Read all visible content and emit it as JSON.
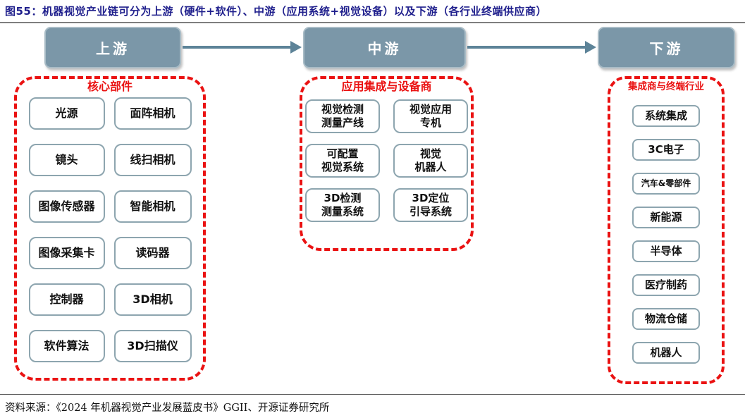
{
  "title": "图55：机器视觉产业链可分为上游（硬件+软件）、中游（应用系统+视觉设备）以及下游（各行业终端供应商）",
  "flow": {
    "stages": [
      {
        "label": "上游"
      },
      {
        "label": "中游"
      },
      {
        "label": "下游"
      }
    ]
  },
  "groups": [
    {
      "header": "核心部件",
      "items": [
        "光源",
        "面阵相机",
        "镜头",
        "线扫相机",
        "图像传感器",
        "智能相机",
        "图像采集卡",
        "读码器",
        "控制器",
        "3D相机",
        "软件算法",
        "3D扫描仪"
      ]
    },
    {
      "header": "应用集成与设备商",
      "items": [
        "视觉检测\n测量产线",
        "视觉应用\n专机",
        "可配置\n视觉系统",
        "视觉\n机器人",
        "3D检测\n测量系统",
        "3D定位\n引导系统"
      ]
    },
    {
      "header": "集成商与终端行业",
      "items": [
        "系统集成",
        "3C电子",
        "汽车&零部件",
        "新能源",
        "半导体",
        "医疗制药",
        "物流仓储",
        "机器人"
      ]
    }
  ],
  "footer": {
    "source": "资料来源：《2024 年机器视觉产业发展蓝皮书》GGII、开源证券研究所"
  },
  "colors": {
    "title_text": "#1e1e8c",
    "stage_fill": "#7b97a8",
    "stage_border": "#a9bcc6",
    "stage_text": "#ffffff",
    "arrow": "#5d8398",
    "group_dash_red": "#ea1212",
    "item_border": "#8da5af",
    "item_text": "#111111",
    "divider_gray": "#7f7f7f"
  }
}
